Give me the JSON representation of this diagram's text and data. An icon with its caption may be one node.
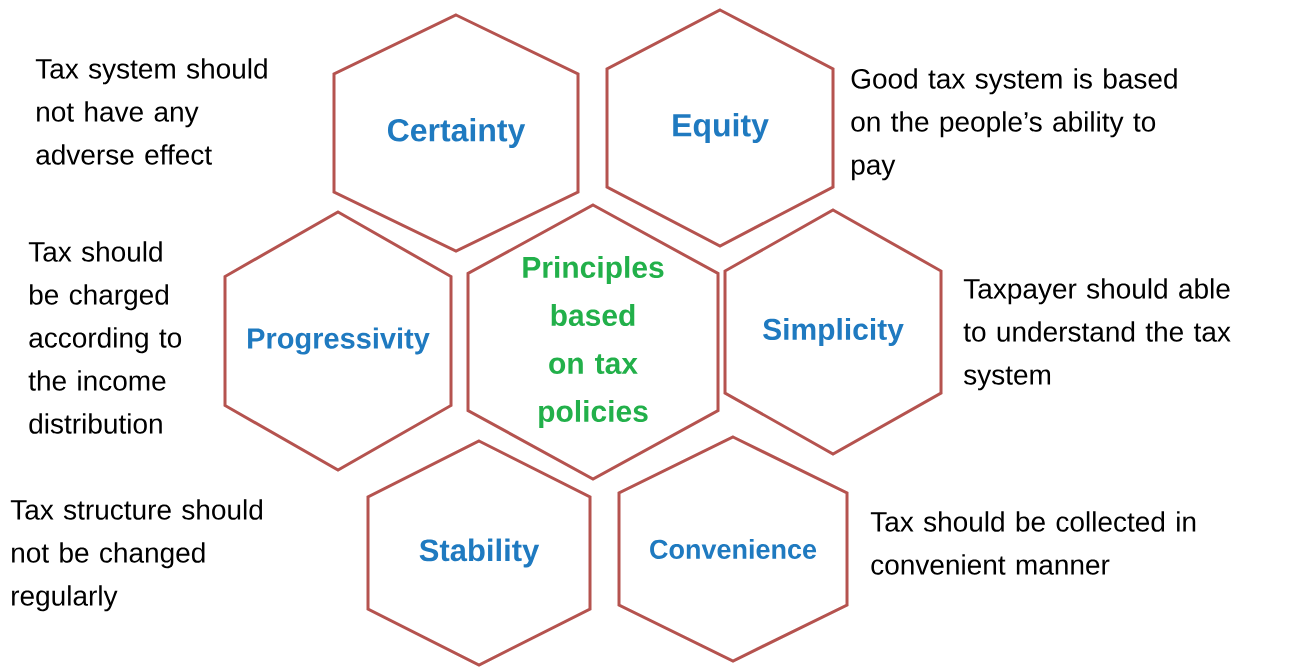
{
  "diagram": {
    "nodes": [
      {
        "text": [
          "Certainty"
        ],
        "beside": [
          "Tax system should not have any adverse effect"
        ]
      },
      {
        "text": [
          "Equity"
        ],
        "beside": [
          "Good tax system is based on the people’s ability to pay"
        ]
      },
      {
        "text": [
          "Progressivity"
        ],
        "beside": [
          "Tax should be charged according to the income distribution"
        ]
      },
      {
        "text": [
          "Principles based on tax policies"
        ]
      },
      {
        "text": [
          "Simplicity"
        ],
        "beside": [
          "Taxpayer should able to understand the tax system"
        ]
      },
      {
        "text": [
          "Stability"
        ]
      },
      {
        "text": [
          "Convenience"
        ],
        "beside": [
          "Tax should be collected in convenient manner"
        ]
      }
    ],
    "labels": [
      "Tax structure should not be changed regularly"
    ]
  }
}
